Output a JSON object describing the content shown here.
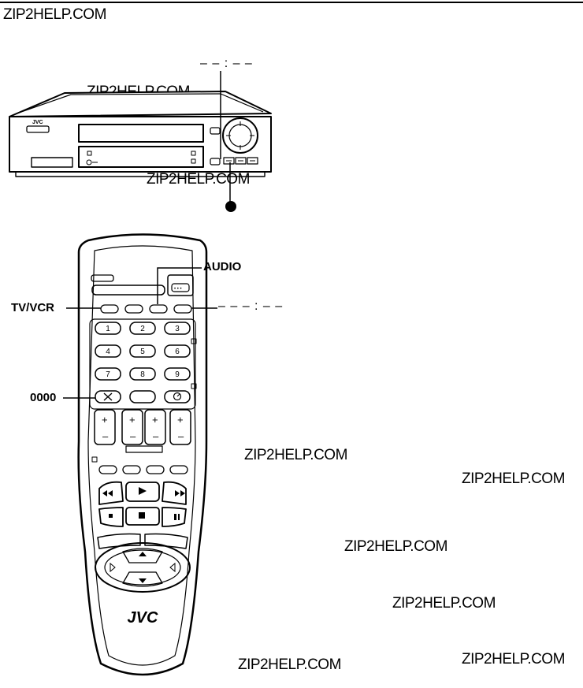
{
  "watermarks": [
    {
      "text": "ZIP2HELP.COM"
    },
    {
      "text": "ZIP2HELP.COM"
    },
    {
      "text": "ZIP2HELP.COM"
    },
    {
      "text": "ZIP2HELP.COM"
    },
    {
      "text": "ZIP2HELP.COM"
    },
    {
      "text": "ZIP2HELP.COM"
    },
    {
      "text": "ZIP2HELP.COM"
    },
    {
      "text": "ZIP2HELP.COM"
    },
    {
      "text": "ZIP2HELP.COM"
    }
  ],
  "vcr": {
    "brand": "JVC",
    "indicator_dashes": "– – : – –"
  },
  "remote": {
    "brand": "JVC",
    "labels": {
      "audio": "AUDIO",
      "tv_vcr": "TV/VCR",
      "zero_reset": "0000",
      "dashes": "– – – : – –"
    },
    "keypad": [
      "1",
      "2",
      "3",
      "4",
      "5",
      "6",
      "7",
      "8",
      "9"
    ]
  },
  "colors": {
    "ink": "#000000",
    "paper": "#ffffff"
  }
}
